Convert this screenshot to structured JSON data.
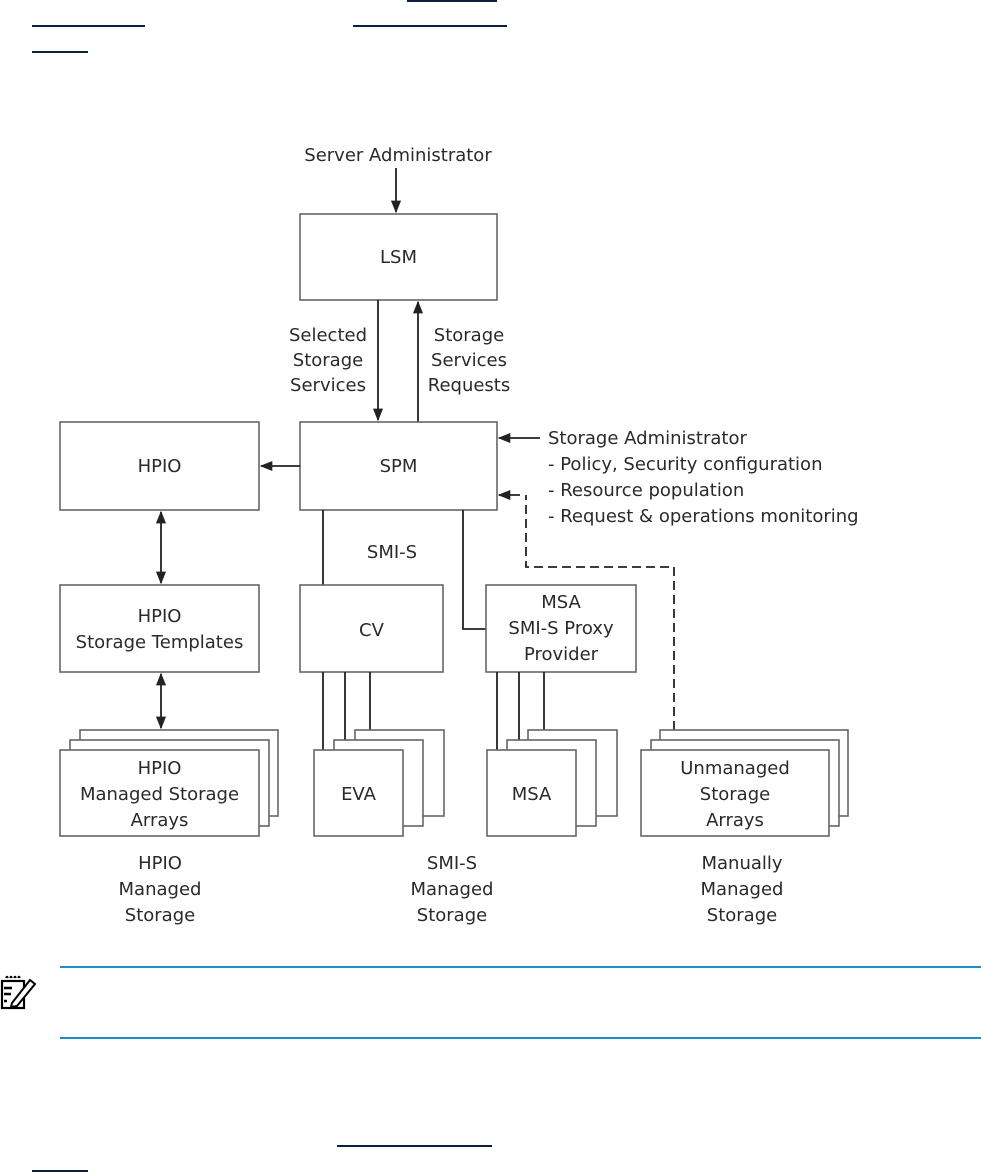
{
  "figure": {
    "actors": {
      "server_admin": "Server Administrator",
      "storage_admin": {
        "title": "Storage Administrator",
        "duties": [
          "- Policy, Security configuration",
          "- Resource population",
          "- Request & operations monitoring"
        ]
      }
    },
    "boxes": {
      "lsm": [
        "LSM"
      ],
      "spm": [
        "SPM"
      ],
      "hpio": [
        "HPIO"
      ],
      "hpio_templates": [
        "HPIO",
        "Storage Templates"
      ],
      "cv": [
        "CV"
      ],
      "msa_proxy": [
        "MSA",
        "SMI-S Proxy",
        "Provider"
      ],
      "hpio_arrays": [
        "HPIO",
        "Managed Storage",
        "Arrays"
      ],
      "eva": [
        "EVA"
      ],
      "msa": [
        "MSA"
      ],
      "unmanaged": [
        "Unmanaged",
        "Storage",
        "Arrays"
      ]
    },
    "edge_labels": {
      "selected": [
        "Selected",
        "Storage",
        "Services"
      ],
      "requests": [
        "Storage",
        "Services",
        "Requests"
      ],
      "smis": "SMI-S"
    },
    "group_labels": {
      "hpio": [
        "HPIO",
        "Managed",
        "Storage"
      ],
      "smis": [
        "SMI-S",
        "Managed",
        "Storage"
      ],
      "manual": [
        "Manually",
        "Managed",
        "Storage"
      ]
    }
  },
  "note": {
    "icon": "note-pencil-icon",
    "rule_color": "#1a8fc3"
  },
  "colors": {
    "link": "#0b1f3f"
  }
}
